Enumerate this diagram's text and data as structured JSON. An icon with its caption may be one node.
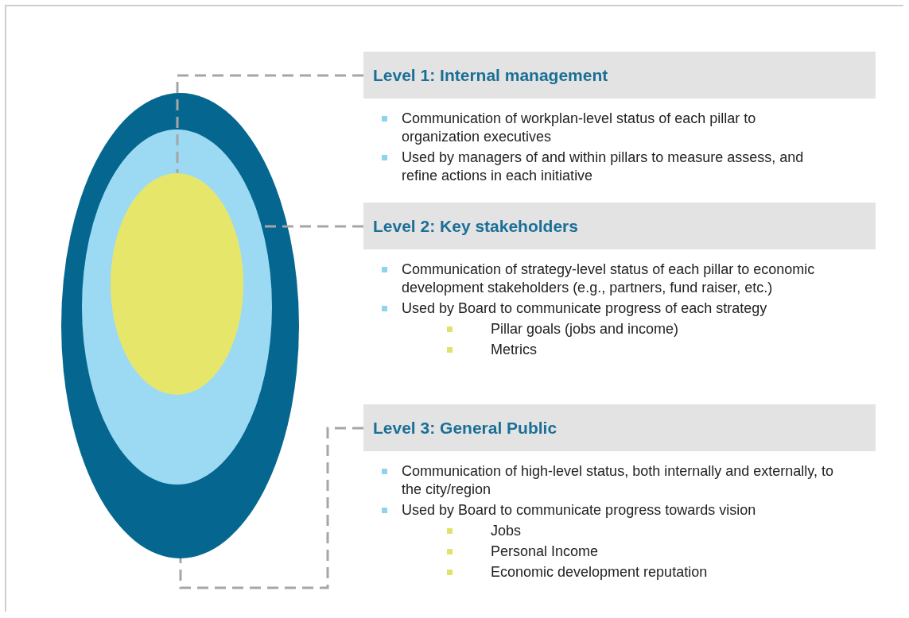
{
  "diagram": {
    "nodes": [
      {
        "text": [],
        "shape": "ellipse"
      },
      {
        "text": [],
        "shape": "ellipse",
        "in": 0
      },
      {
        "text": [],
        "shape": "ellipse",
        "in": 1
      },
      {
        "text": [
          "Level 1: Internal management"
        ],
        "beside": [
          "Communication of workplan-level status of each pillar to organization executives",
          "Used by managers of and within pillars to measure assess, and refine actions in each initiative"
        ]
      },
      {
        "text": [
          "Level 2: Key stakeholders"
        ],
        "beside": [
          "Communication of strategy-level status of each pillar to economic development stakeholders (e.g., partners, fund raiser, etc.)",
          "Used by Board to communicate progress of each strategy",
          "Pillar goals (jobs and income)",
          "Metrics"
        ]
      },
      {
        "text": [
          "Level 3: General Public"
        ],
        "beside": [
          "Communication of high-level status, both internally and externally, to the city/region",
          "Used by Board to communicate progress towards vision",
          "Jobs",
          "Personal Income",
          "Economic development reputation"
        ]
      }
    ],
    "edges": [
      {
        "from": 3,
        "to": 2,
        "arrow": "none",
        "style": "dashed"
      },
      {
        "from": 4,
        "to": 1,
        "arrow": "none",
        "style": "dashed"
      },
      {
        "from": 5,
        "to": 0,
        "arrow": "none",
        "style": "dashed"
      }
    ]
  }
}
